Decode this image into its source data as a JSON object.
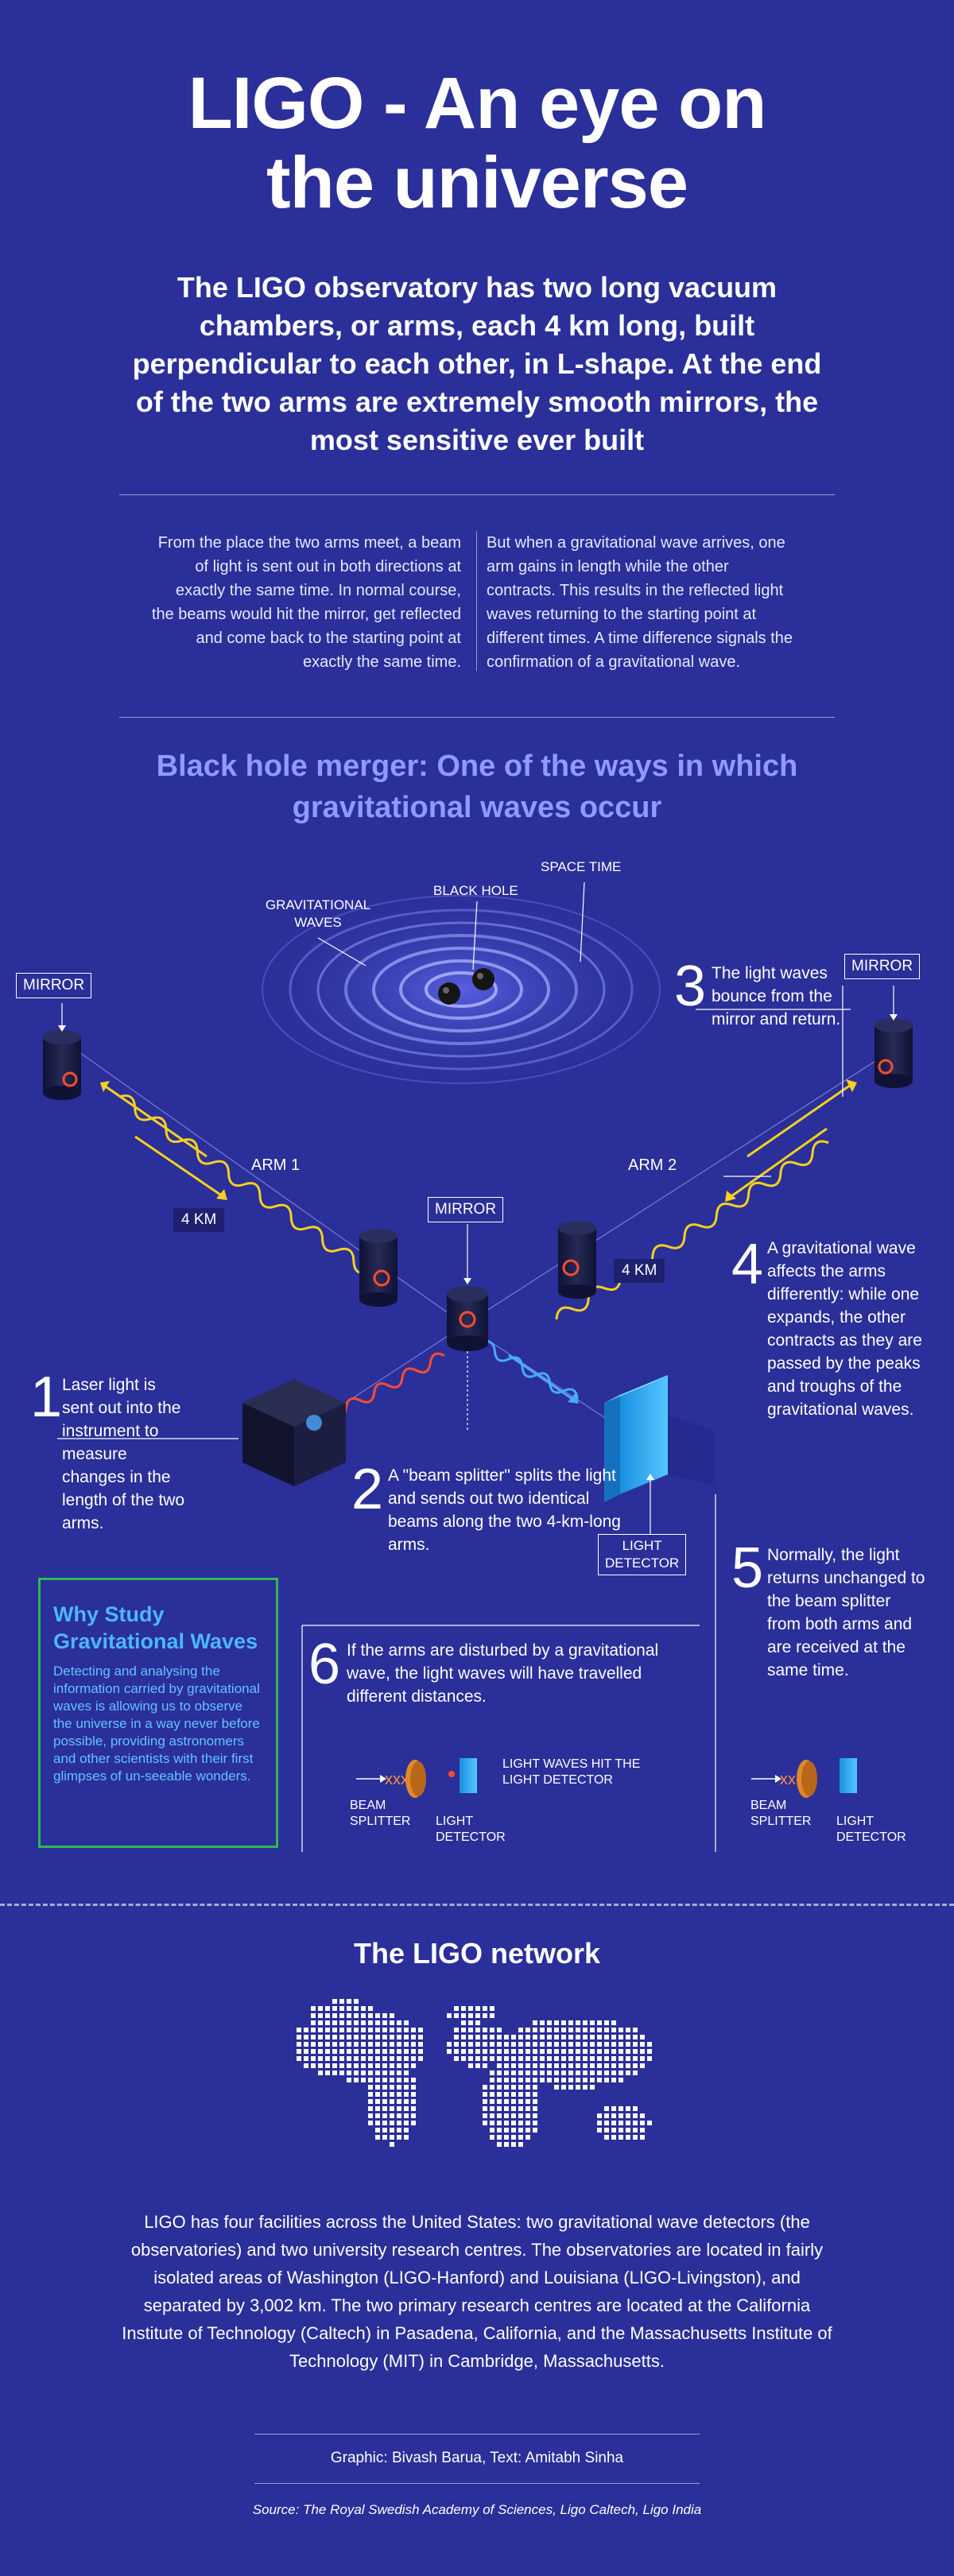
{
  "title": "LIGO - An eye on the universe",
  "title_line1": "LIGO - An eye on",
  "title_line2": "the universe",
  "subtitle": "The LIGO observatory has two long vacuum chambers, or arms, each 4 km long, built perpendicular to each other, in L-shape. At the end of the two arms are extremely smooth mirrors, the most sensitive ever built",
  "intro_left": "From the place the two arms meet, a beam of light is sent out in both directions at exactly the same time. In normal course, the beams would hit the mirror, get reflected and come back to the starting point at exactly the same time.",
  "intro_right": "But when a gravitational wave arrives, one arm gains in length while the other contracts. This results in the reflected light waves returning to the starting point at different times. A time difference signals the confirmation of a gravitational wave.",
  "section_title_line1": "Black hole merger: One of the ways in which",
  "section_title_line2": "gravitational waves occur",
  "labels": {
    "gravitational_waves_1": "GRAVITATIONAL",
    "gravitational_waves_2": "WAVES",
    "black_hole": "BLACK HOLE",
    "space_time": "SPACE TIME",
    "mirror_left": "MIRROR",
    "mirror_right": "MIRROR",
    "mirror_center": "MIRROR",
    "arm1": "ARM 1",
    "arm2": "ARM 2",
    "km_left": "4 KM",
    "km_right": "4 KM",
    "light_detector_1": "LIGHT",
    "light_detector_2": "DETECTOR"
  },
  "steps": [
    {
      "num": "1",
      "text": "Laser light is sent out into the instrument to measure changes in the length of the two arms."
    },
    {
      "num": "2",
      "text": "A \"beam splitter\" splits the light and sends out two identical beams along the two 4-km-long arms."
    },
    {
      "num": "3",
      "text": "The light waves bounce from the mirror and return."
    },
    {
      "num": "4",
      "text": "A gravitational wave affects the arms differently: while one expands, the other contracts as they are passed by the peaks and troughs of the gravitational waves."
    },
    {
      "num": "5",
      "text": "Normally, the light returns unchanged to the beam splitter from both arms and are received at the same time."
    },
    {
      "num": "6",
      "text": "If the arms are disturbed by a gravitational wave, the light waves will have travelled different distances."
    }
  ],
  "why_study": {
    "title": "Why Study Gravitational Waves",
    "body": "Detecting and analysing the information carried by gravitational waves is allowing us to observe the universe in a way never before possible, providing astronomers and other scientists with their first glimpses of un-seeable wonders."
  },
  "mini_diagram": {
    "beam_splitter_1": "BEAM",
    "beam_splitter_2": "SPLITTER",
    "light_detector_1": "LIGHT",
    "light_detector_2": "DETECTOR",
    "hit_note_1": "LIGHT WAVES HIT THE",
    "hit_note_2": "LIGHT DETECTOR"
  },
  "network": {
    "title": "The LIGO network",
    "body": "LIGO has four facilities across the United States: two gravitational wave detectors (the observatories) and two university research centres. The observatories are located in fairly isolated areas of Washington (LIGO-Hanford) and Louisiana (LIGO-Livingston), and separated by 3,002 km. The two primary research centres are located at the California Institute of Technology (Caltech) in Pasadena, California, and the Massachusetts Institute of Technology (MIT) in Cambridge, Massachusetts."
  },
  "credit": "Graphic: Bivash Barua, Text: Amitabh Sinha",
  "source": "Source: The Royal Swedish Academy of Sciences, Ligo Caltech, Ligo India",
  "colors": {
    "background": "#2a2f99",
    "section_title": "#8f9bff",
    "why_border": "#2fb84f",
    "why_text": "#4db6ff",
    "laser": "#ff4d2e",
    "wave_yellow": "#f5d020",
    "detector_blue": "#2aa7ff"
  }
}
